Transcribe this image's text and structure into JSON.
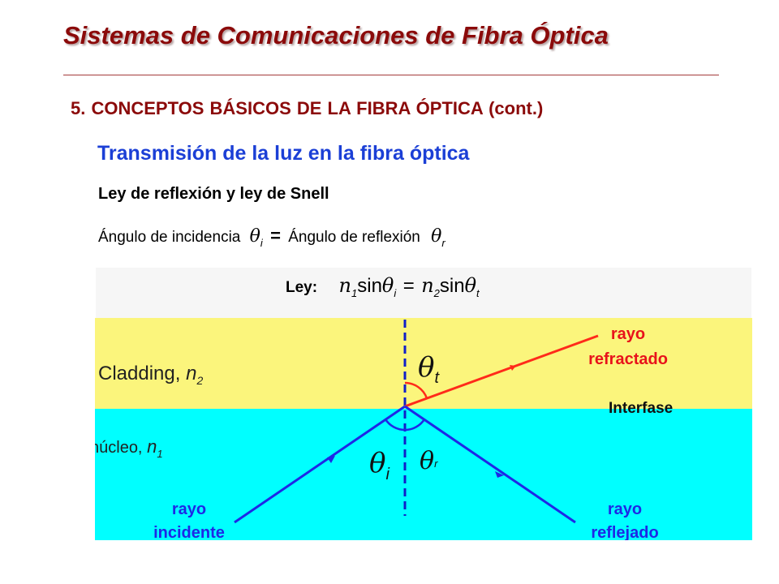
{
  "header": {
    "title": "Sistemas de Comunicaciones de Fibra Óptica",
    "section": "5. CONCEPTOS BÁSICOS DE LA FIBRA ÓPTICA (cont.)"
  },
  "content": {
    "subtitle": "Transmisión de la luz en la fibra óptica",
    "law_heading": "Ley de reflexión y ley de Snell",
    "reflection_law": {
      "left_text": "Ángulo de incidencia",
      "left_symbol": "θ",
      "left_sub": "i",
      "equals": "=",
      "right_text": "Ángulo de reflexión",
      "right_symbol": "θ",
      "right_sub": "r"
    },
    "snell_law": {
      "label": "Ley:",
      "n1": "n",
      "n1_sub": "1",
      "sin1": "sin",
      "theta1": "θ",
      "theta1_sub": "i",
      "equals": "=",
      "n2": "n",
      "n2_sub": "2",
      "sin2": "sin",
      "theta2": "θ",
      "theta2_sub": "t"
    }
  },
  "diagram": {
    "cladding_label": "Cladding, ",
    "cladding_n": "n",
    "cladding_n_sub": "2",
    "core_label": "núcleo, ",
    "core_n": "n",
    "core_n_sub": "1",
    "interface_label": "Interfase",
    "refracted_line1": "rayo",
    "refracted_line2": "refractado",
    "incident_line1": "rayo",
    "incident_line2": "incidente",
    "reflected_line1": "rayo",
    "reflected_line2": "reflejado",
    "theta_t": "θ",
    "theta_t_sub": "t",
    "theta_i": "θ",
    "theta_i_sub": "i",
    "theta_r": "θ",
    "theta_r_sub": "r"
  },
  "colors": {
    "title": "#8b0a0a",
    "subtitle": "#1b3fd6",
    "cladding": "#fbf57c",
    "core": "#00ffff",
    "incident_ray": "#1e28e6",
    "refracted_ray": "#ff2a1a",
    "label_red": "#e8121b",
    "normal_line": "#1020c8"
  }
}
